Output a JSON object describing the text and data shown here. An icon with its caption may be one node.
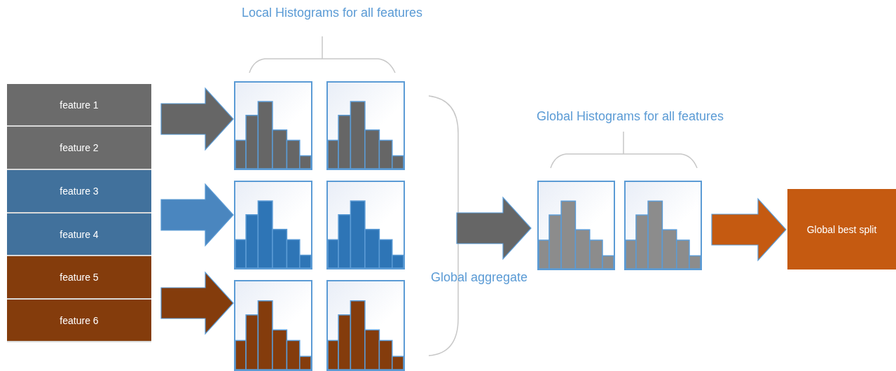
{
  "diagram": {
    "nodes": [
      {
        "text": [
          "feature 1"
        ]
      },
      {
        "text": [
          "feature 2"
        ]
      },
      {
        "text": [
          "feature 3"
        ]
      },
      {
        "text": [
          "feature 4"
        ]
      },
      {
        "text": [
          "feature 5"
        ]
      },
      {
        "text": [
          "feature 6"
        ]
      },
      {
        "text": [],
        "shape": "histogram"
      },
      {
        "text": [],
        "shape": "histogram"
      },
      {
        "text": [],
        "shape": "histogram"
      },
      {
        "text": [],
        "shape": "histogram"
      },
      {
        "text": [],
        "shape": "histogram"
      },
      {
        "text": [],
        "shape": "histogram"
      },
      {
        "text": [],
        "shape": "histogram"
      },
      {
        "text": [],
        "shape": "histogram"
      },
      {
        "text": [
          "Global best split"
        ]
      }
    ],
    "edges": [
      {
        "from": 0,
        "to": 6,
        "arrow": "to",
        "style": "thick",
        "color": "#666666"
      },
      {
        "from": 1,
        "to": 6,
        "arrow": "to",
        "style": "thick",
        "color": "#666666"
      },
      {
        "from": 2,
        "to": 8,
        "arrow": "to",
        "style": "thick",
        "color": "#4a86bf"
      },
      {
        "from": 3,
        "to": 8,
        "arrow": "to",
        "style": "thick",
        "color": "#4a86bf"
      },
      {
        "from": 4,
        "to": 10,
        "arrow": "to",
        "style": "thick",
        "color": "#843c0c"
      },
      {
        "from": 5,
        "to": 10,
        "arrow": "to",
        "style": "thick",
        "color": "#843c0c"
      },
      {
        "from": null,
        "to": 12,
        "arrow": "to",
        "style": "thick",
        "color": "#666666"
      },
      {
        "from": 13,
        "to": 14,
        "arrow": "to",
        "style": "thick",
        "color": "#c55a11"
      }
    ],
    "labels": [
      "Local Histograms for all features",
      "Global Histograms for all features",
      "Global aggregate"
    ]
  }
}
